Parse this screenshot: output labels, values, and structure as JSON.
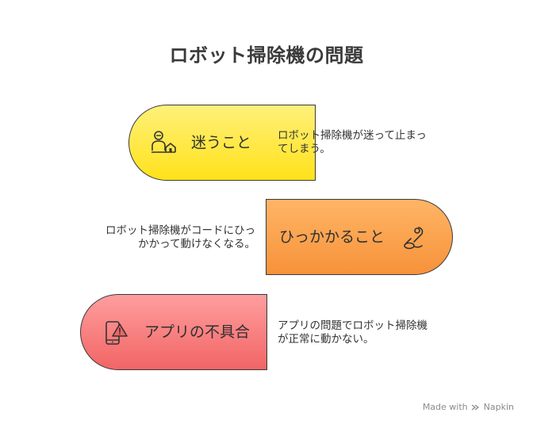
{
  "title": "ロボット掃除機の問題",
  "items": [
    {
      "label": "迷うこと",
      "description": "ロボット掃除機が迷って止まってしまう。",
      "description_lines": [
        "ロボット掃除機が迷って止まっ",
        "てしまう。"
      ],
      "icon": "person-home-icon",
      "color_top": "#FFF07A",
      "color_bottom": "#FFE21A"
    },
    {
      "label": "ひっかかること",
      "description": "ロボット掃除機がコードにひっかかって動けなくなる。",
      "description_lines": [
        "ロボット掃除機がコードにひっ",
        "かかって動けなくなる。"
      ],
      "icon": "cable-snag-icon",
      "color_top": "#FFB566",
      "color_bottom": "#F7923A"
    },
    {
      "label": "アプリの不具合",
      "description": "アプリの問題でロボット掃除機が正常に動かない。",
      "description_lines": [
        "アプリの問題でロボット掃除機",
        "が正常に動かない。"
      ],
      "icon": "phone-alert-icon",
      "color_top": "#FF9E9E",
      "color_bottom": "#F26565"
    }
  ],
  "brand": {
    "prefix": "Made with",
    "name": "Napkin"
  }
}
